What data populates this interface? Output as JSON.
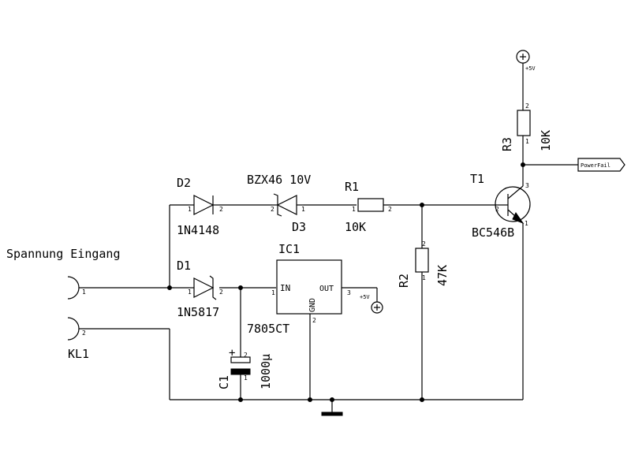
{
  "labels": {
    "input_label": "Spannung Eingang",
    "kl1": "KL1",
    "d1_ref": "D1",
    "d1_value": "1N5817",
    "d2_ref": "D2",
    "d2_value": "1N4148",
    "d3_ref": "D3",
    "d3_value": "BZX46 10V",
    "r1_ref": "R1",
    "r1_value": "10K",
    "r2_ref": "R2",
    "r2_value": "47K",
    "r3_ref": "R3",
    "r3_value": "10K",
    "t1_ref": "T1",
    "t1_value": "BC546B",
    "ic1_ref": "IC1",
    "ic1_value": "7805CT",
    "ic1_in": "IN",
    "ic1_out": "OUT",
    "ic1_gnd": "GND",
    "c1_ref": "C1",
    "c1_value": "1000µ",
    "c1_plus": "+",
    "vcc_top": "+5V",
    "vcc_ic": "+5V",
    "power_fail": "PowerFail"
  },
  "pins": {
    "kl1_1": "1",
    "kl1_2": "2",
    "d1_1": "1",
    "d1_2": "2",
    "d2_1": "1",
    "d2_2": "2",
    "d3_1": "1",
    "d3_2": "2",
    "r1_1": "1",
    "r1_2": "2",
    "r2_1": "1",
    "r2_2": "2",
    "r3_1": "1",
    "r3_2": "2",
    "ic1_1": "1",
    "ic1_2": "2",
    "ic1_3": "3",
    "c1_1": "1",
    "c1_2": "2",
    "t1_1": "1",
    "t1_2": "2",
    "t1_3": "3"
  }
}
